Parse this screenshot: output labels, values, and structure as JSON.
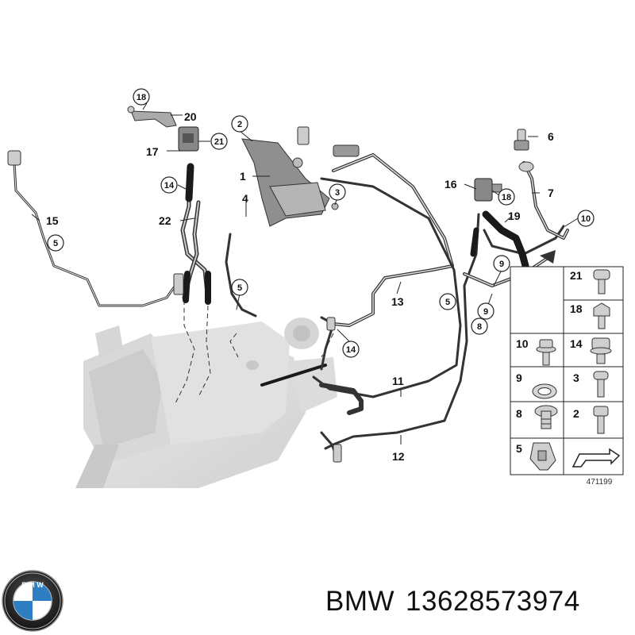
{
  "diagram": {
    "callouts": {
      "c18a": "18",
      "c20": "20",
      "c21a": "21",
      "c17": "17",
      "c14a": "14",
      "c22": "22",
      "c15": "15",
      "c5a": "5",
      "c2": "2",
      "c1": "1",
      "c4": "4",
      "c3": "3",
      "c5b": "5",
      "c6": "6",
      "c7": "7",
      "c16": "16",
      "c18b": "18",
      "c19": "19",
      "c10": "10",
      "c9a": "9",
      "c9b": "9",
      "c8": "8",
      "c13": "13",
      "c5c": "5",
      "c14b": "14",
      "c11": "11",
      "c12": "12"
    },
    "parts_table": [
      {
        "left": "21",
        "right": "18"
      },
      {
        "left": "10",
        "right": "14"
      },
      {
        "left": "9",
        "right": "3"
      },
      {
        "left": "8",
        "right": "2"
      },
      {
        "left": "5",
        "right": ""
      }
    ],
    "figure_number": "471199"
  },
  "caption": {
    "brand": "BMW",
    "part_number": "13628573974"
  },
  "colors": {
    "line": "#222222",
    "part_fill": "#d8d8d8",
    "logo_blue": "#2d7fc1"
  }
}
